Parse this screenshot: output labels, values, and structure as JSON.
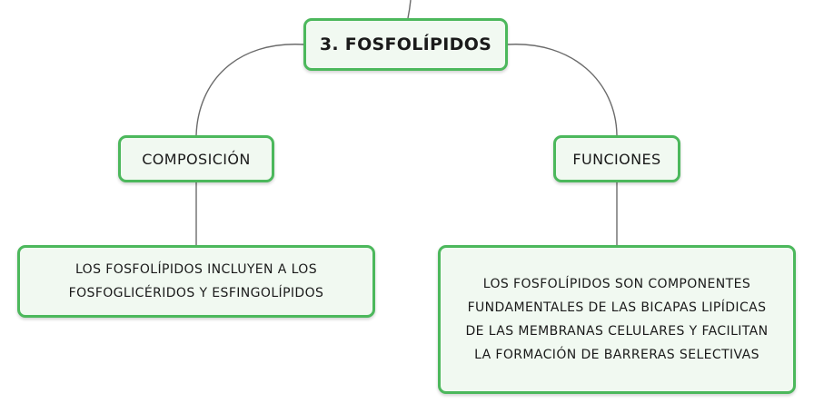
{
  "map": {
    "root": {
      "label": "3. FOSFOLÍPIDOS"
    },
    "branches": [
      {
        "label": "COMPOSICIÓN",
        "detail": "LOS FOSFOLÍPIDOS INCLUYEN A LOS\nFOSFOGLICÉRIDOS Y ESFINGOLÍPIDOS"
      },
      {
        "label": "FUNCIONES",
        "detail": "LOS FOSFOLÍPIDOS SON COMPONENTES\nFUNDAMENTALES DE LAS BICAPAS LIPÍDICAS\nDE LAS MEMBRANAS CELULARES Y FACILITAN\nLA FORMACIÓN DE BARRERAS SELECTIVAS"
      }
    ]
  },
  "colors": {
    "node_border": "#4cb85c",
    "node_fill": "#f1f9f1",
    "connector": "#6b6b6b"
  }
}
